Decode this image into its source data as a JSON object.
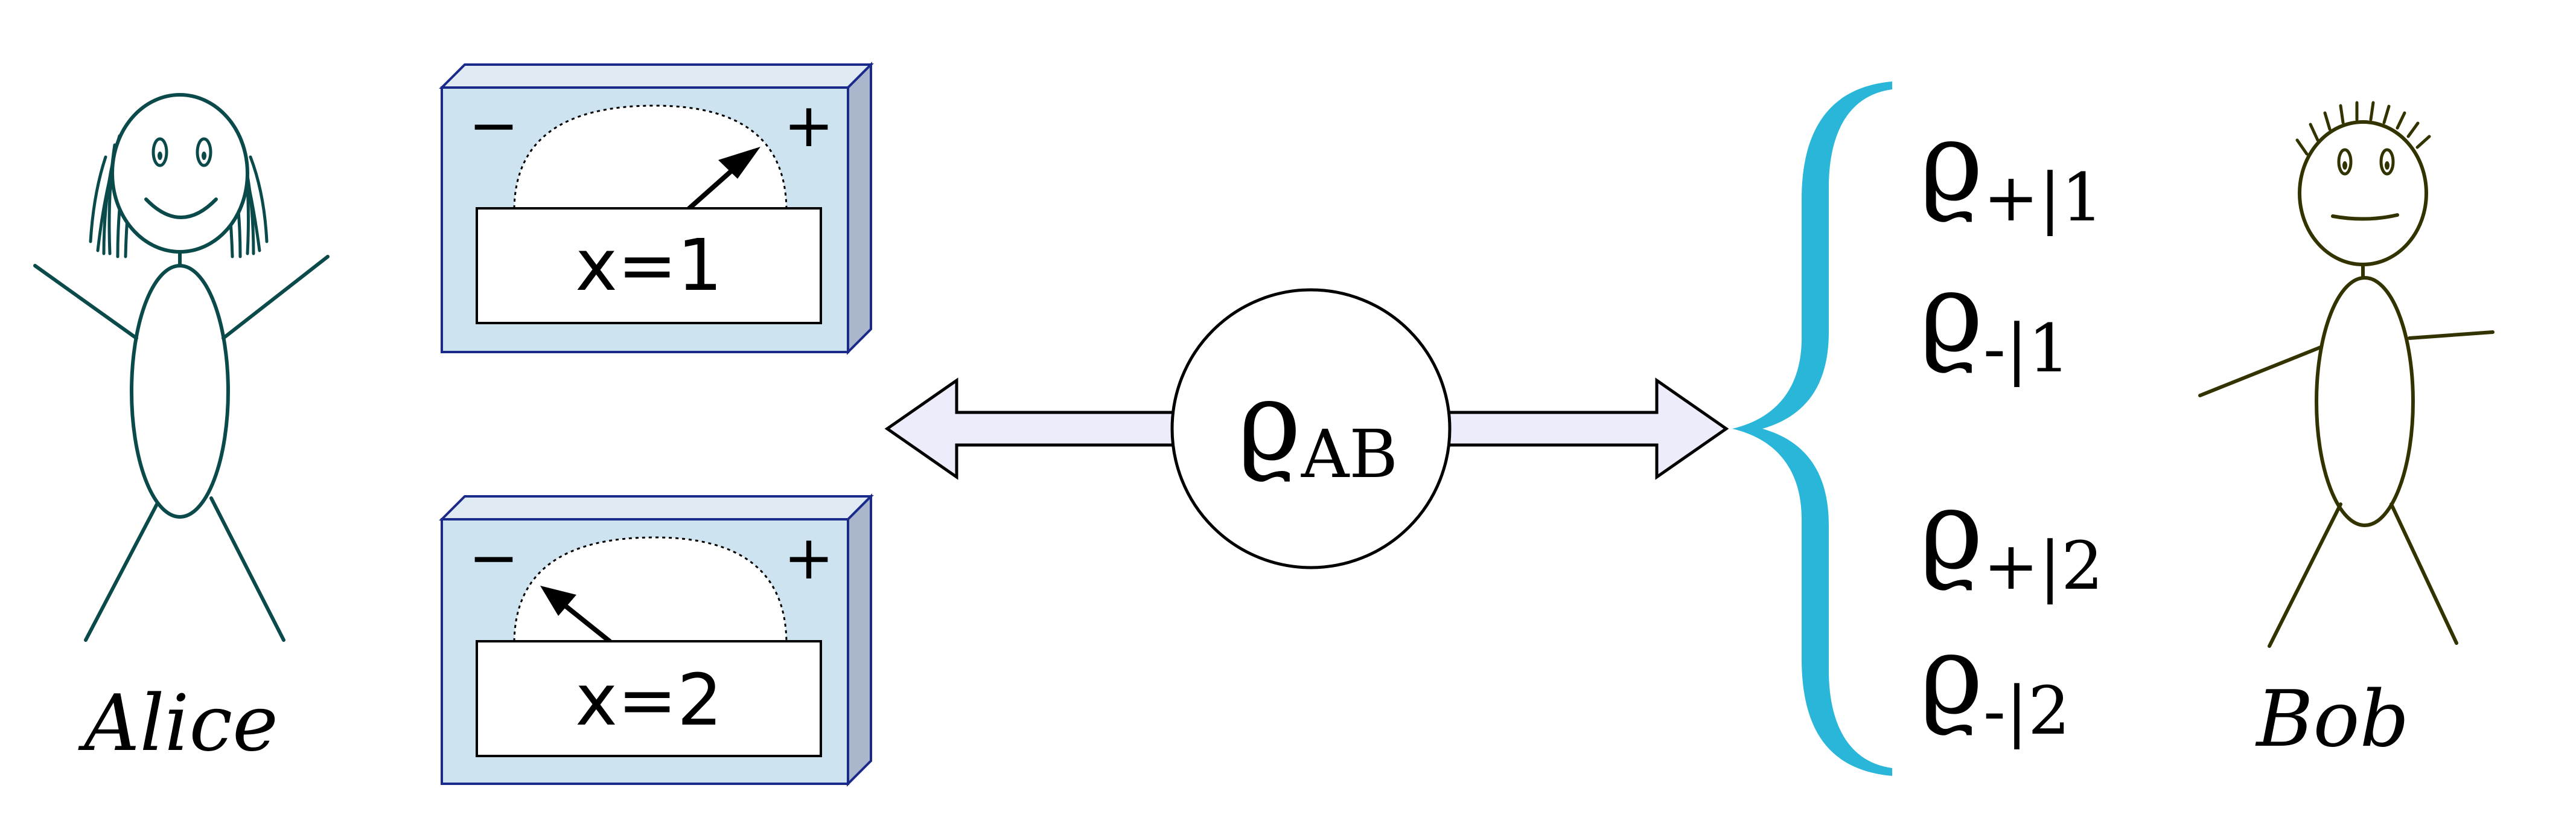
{
  "people": {
    "alice": {
      "name": "Alice"
    },
    "bob": {
      "name": "Bob"
    }
  },
  "devices": [
    {
      "label": "x=1",
      "minus": "−",
      "plus": "+",
      "needle": "plus"
    },
    {
      "label": "x=2",
      "minus": "−",
      "plus": "+",
      "needle": "minus"
    }
  ],
  "state": {
    "symbol": "ϱ",
    "subscript": "AB"
  },
  "assemblage": [
    {
      "symbol": "ϱ",
      "subscript": "+|1"
    },
    {
      "symbol": "ϱ",
      "subscript": "-|1"
    },
    {
      "symbol": "ϱ",
      "subscript": "+|2"
    },
    {
      "symbol": "ϱ",
      "subscript": "-|2"
    }
  ],
  "colors": {
    "alice_stroke": "#0b4a4a",
    "bob_stroke": "#333300",
    "device_face": "#cde3f0",
    "device_edge": "#1a2a8a",
    "device_side": "#a9b6cc",
    "arrow_fill": "#ececfb",
    "brace": "#29b6d9"
  }
}
